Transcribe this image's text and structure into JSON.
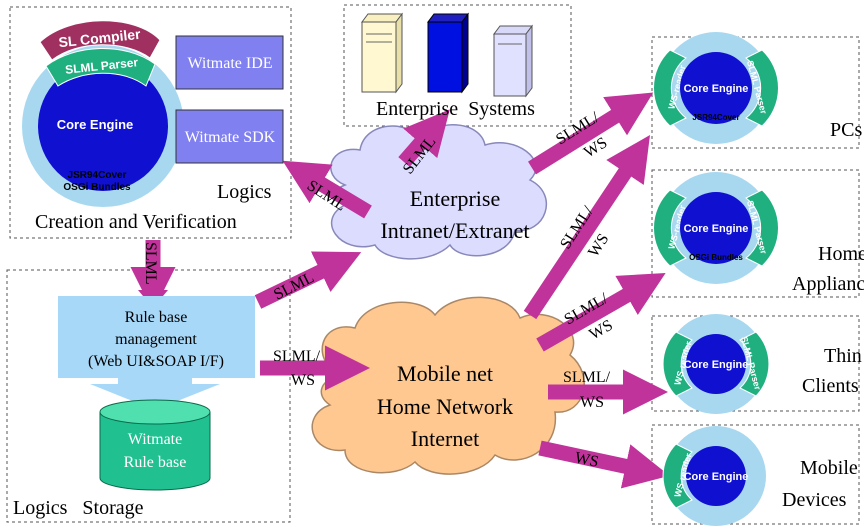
{
  "regions": {
    "creation": {
      "label1": "Logics",
      "label2": "Creation and Verification"
    },
    "storage": {
      "label": "Logics   Storage"
    },
    "enterprise": {
      "label": "Enterprise  Systems"
    }
  },
  "authoring": {
    "sl_compiler": "SL Compiler",
    "slml_parser": "SLML Parser",
    "core_engine": "Core Engine",
    "jsr": "JSR94Cover",
    "osgi": "OSGi Bundles",
    "ide": "Witmate IDE",
    "sdk": "Witmate SDK"
  },
  "rulebase": {
    "line1": "Rule base",
    "line2": "management",
    "line3": "(Web UI&SOAP I/F)",
    "db_line1": "Witmate",
    "db_line2": "Rule base"
  },
  "clouds": {
    "enterprise": {
      "line1": "Enterprise",
      "line2": "Intranet/Extranet"
    },
    "mobile": {
      "line1": "Mobile net",
      "line2": "Home Network",
      "line3": "Internet"
    }
  },
  "arrows": {
    "down_slml": "SLML",
    "to_creation": "SLML",
    "ent_sys": "SLML",
    "rb_to_ent": "SLML",
    "rb_to_mobile1": "SLML/",
    "rb_to_mobile2": "WS",
    "ent_to_pc1": "SLML/",
    "ent_to_pc2": "WS",
    "mob_to_pc1": "SLML/",
    "mob_to_pc2": "WS",
    "mob_to_home1": "SLML/",
    "mob_to_home2": "WS",
    "mob_to_thin1": "SLML/",
    "mob_to_thin2": "WS",
    "mob_to_dev": "WS"
  },
  "devices": [
    {
      "label1": "PCs",
      "label2": "",
      "engine": "Core Engine",
      "reader": "WS-reader",
      "parser": "SLML Parser",
      "badge": "JSR94Cover"
    },
    {
      "label1": "Home",
      "label2": "Appliances",
      "engine": "Core Engine",
      "reader": "WS-reader",
      "parser": "SLML Parser",
      "badge": "OSGi Bundles"
    },
    {
      "label1": "Thin",
      "label2": "Clients",
      "engine": "Core Engine",
      "reader": "WS-reader",
      "parser": "SLML Parser",
      "badge": ""
    },
    {
      "label1": "Mobile",
      "label2": "Devices",
      "engine": "Core Engine",
      "reader": "WS-reader",
      "parser": "",
      "badge": ""
    }
  ],
  "colors": {
    "arrow": "#c0339a",
    "core": "#1010d0",
    "halo": "#a8d8f0",
    "parser_band": "#20b080",
    "compiler_band": "#a03060",
    "tool_box": "#8080f0",
    "rulebase_box": "#a8d8f8",
    "db": "#20c090",
    "cloud_enterprise": "#dcdcff",
    "cloud_mobile": "#ffc890"
  }
}
